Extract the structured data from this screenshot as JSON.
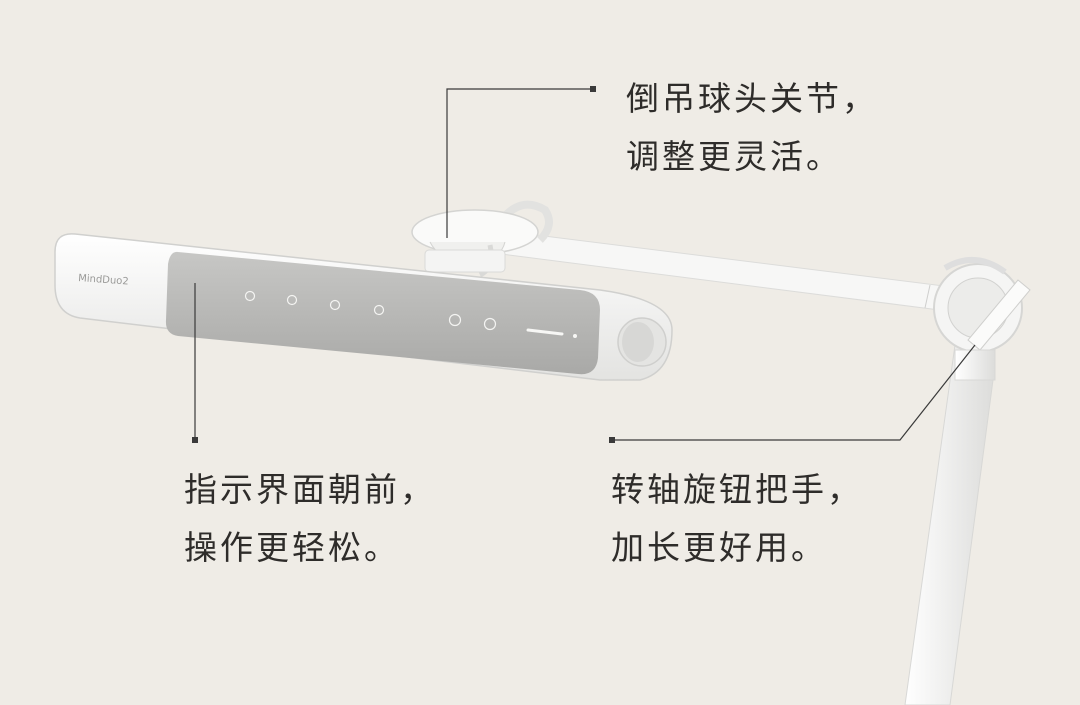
{
  "brand_label": "MindDuo2",
  "callouts": {
    "joint": {
      "line1": "倒吊球头关节，",
      "line2": "调整更灵活。"
    },
    "panel": {
      "line1": "指示界面朝前，",
      "line2": "操作更轻松。"
    },
    "knob": {
      "line1": "转轴旋钮把手，",
      "line2": "加长更好用。"
    }
  },
  "colors": {
    "background": "#efece6",
    "text": "#2e2c2a",
    "leader_line": "#3a3a3a"
  }
}
